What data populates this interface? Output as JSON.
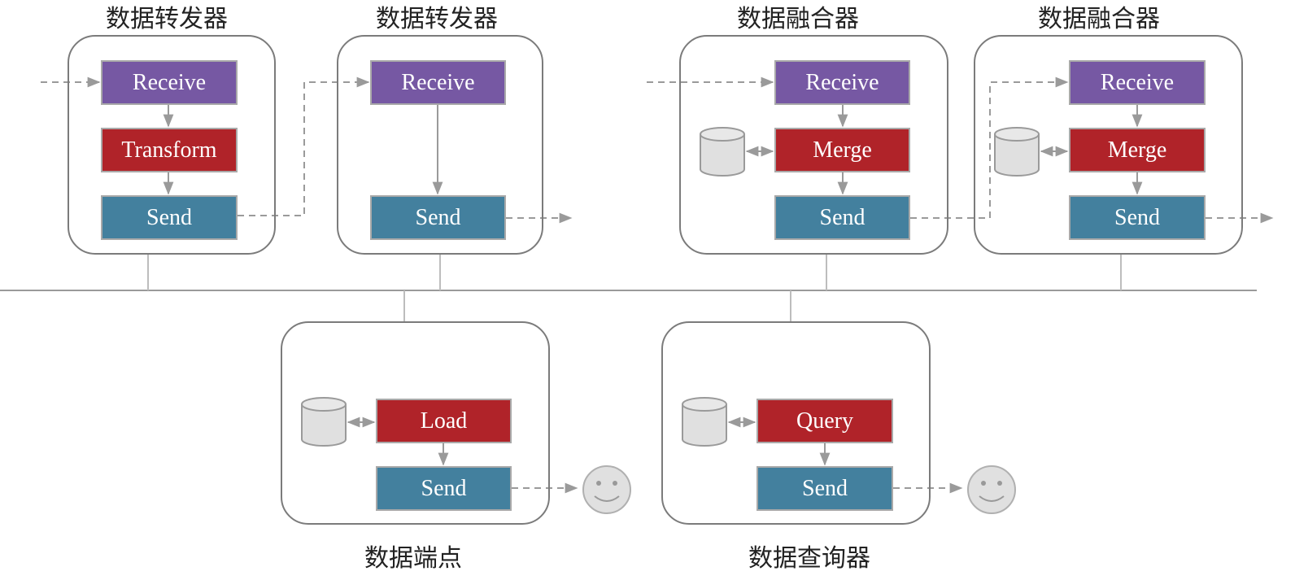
{
  "top_nodes": [
    {
      "title": "数据转发器",
      "steps": [
        "Receive",
        "Transform",
        "Send"
      ]
    },
    {
      "title": "数据转发器",
      "steps": [
        "Receive",
        "Send"
      ]
    },
    {
      "title": "数据融合器",
      "steps": [
        "Receive",
        "Merge",
        "Send"
      ]
    },
    {
      "title": "数据融合器",
      "steps": [
        "Receive",
        "Merge",
        "Send"
      ]
    }
  ],
  "bottom_nodes": [
    {
      "title": "数据端点",
      "steps": [
        "Load",
        "Send"
      ]
    },
    {
      "title": "数据查询器",
      "steps": [
        "Query",
        "Send"
      ]
    }
  ],
  "colors": {
    "receive": "#7658a3",
    "process": "#b02329",
    "send": "#43809e",
    "line": "#9a9a9a",
    "database": "#e0e0e0"
  },
  "icons": [
    "database-icon",
    "smiley-user-icon"
  ]
}
